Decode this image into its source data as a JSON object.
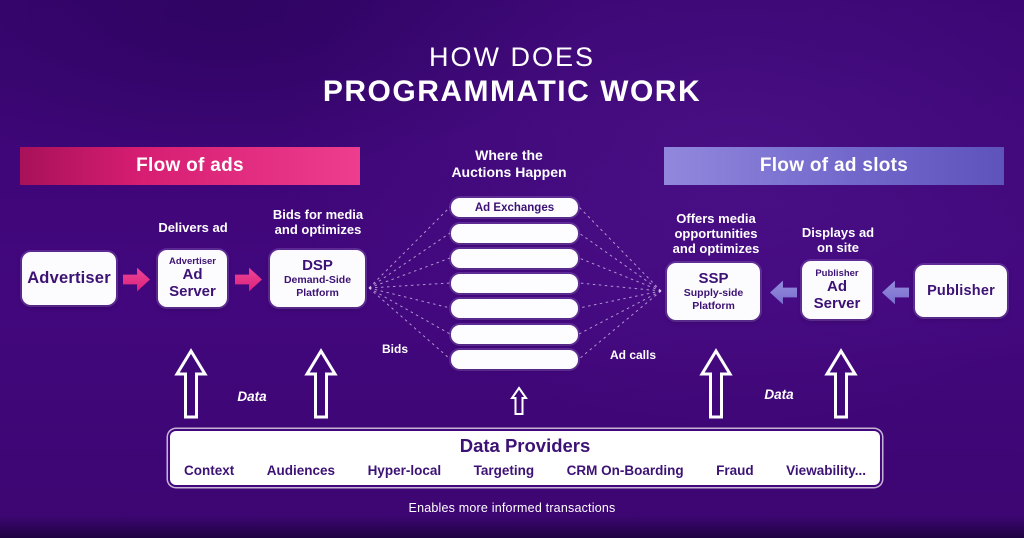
{
  "title": {
    "line1": "HOW DOES",
    "line2": "PROGRAMMATIC WORK"
  },
  "banners": {
    "flow_of_ads": "Flow of ads",
    "flow_of_ad_slots": "Flow of ad slots"
  },
  "auction": {
    "heading": "Where the\nAuctions Happen",
    "exchange_label": "Ad Exchanges",
    "empty_box_count": 6,
    "bids_label": "Bids",
    "ad_calls_label": "Ad calls"
  },
  "left_flow": {
    "advertiser_label": "Advertiser",
    "ad_server": {
      "top": "Advertiser",
      "mid": "Ad",
      "bottom": "Server"
    },
    "dsp": {
      "name": "DSP",
      "sub": "Demand-Side\nPlatform"
    },
    "delivers_ad_label": "Delivers ad",
    "bids_media_label": "Bids for media\nand optimizes"
  },
  "right_flow": {
    "ssp": {
      "name": "SSP",
      "sub": "Supply-side\nPlatform"
    },
    "pub_ad_server": {
      "top": "Publisher",
      "mid": "Ad",
      "bottom": "Server"
    },
    "publisher_label": "Publisher",
    "offers_media_label": "Offers media\nopportunities\nand optimizes",
    "displays_ad_label": "Displays ad\non site"
  },
  "data_section": {
    "data_label": "Data",
    "providers_title": "Data Providers",
    "provider_items": [
      "Context",
      "Audiences",
      "Hyper-local",
      "Targeting",
      "CRM On-Boarding",
      "Fraud",
      "Viewability..."
    ]
  },
  "footer": {
    "note": "Enables more informed transactions"
  },
  "colors": {
    "background": "#42077d",
    "accent_pink": "#ee3d8e",
    "accent_blue": "#7268cb",
    "box_text": "#3c1274",
    "box_fill": "#fcfbfe"
  }
}
